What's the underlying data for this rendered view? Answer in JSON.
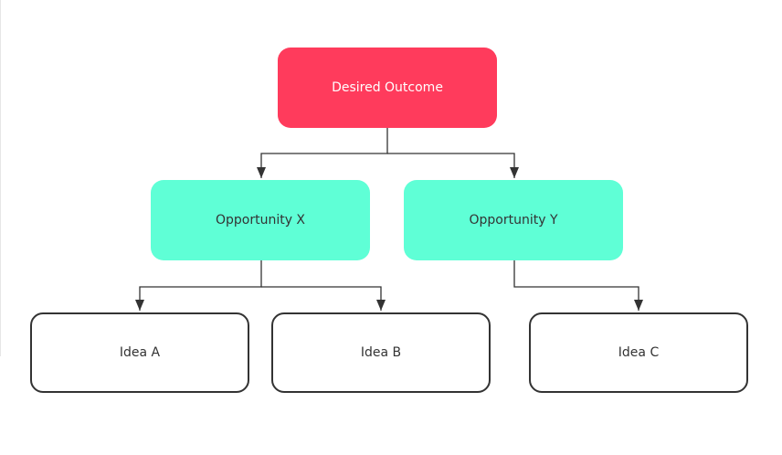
{
  "colors": {
    "outcome_fill": "#ff3b5c",
    "opportunity_fill": "#5fffd6",
    "idea_fill": "#ffffff",
    "idea_border": "#333333",
    "connector": "#333333"
  },
  "diagram": {
    "outcome": {
      "label": "Desired Outcome"
    },
    "opportunities": [
      {
        "label": "Opportunity X"
      },
      {
        "label": "Opportunity Y"
      }
    ],
    "ideas": [
      {
        "label": "Idea A",
        "parent": "Opportunity X"
      },
      {
        "label": "Idea B",
        "parent": "Opportunity X"
      },
      {
        "label": "Idea C",
        "parent": "Opportunity Y"
      }
    ]
  }
}
